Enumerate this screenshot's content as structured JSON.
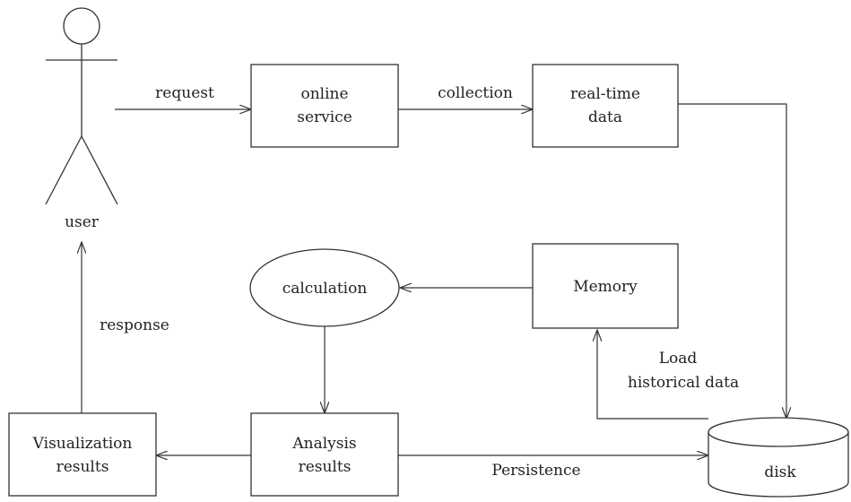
{
  "actor": {
    "label": "user"
  },
  "nodes": {
    "online_service": {
      "line1": "online",
      "line2": "service"
    },
    "realtime_data": {
      "line1": "real-time",
      "line2": "data"
    },
    "calculation": {
      "label": "calculation"
    },
    "memory": {
      "label": "Memory"
    },
    "visualization_results": {
      "line1": "Visualization",
      "line2": "results"
    },
    "analysis_results": {
      "line1": "Analysis",
      "line2": "results"
    },
    "disk": {
      "label": "disk"
    }
  },
  "edges": {
    "request": "request",
    "collection": "collection",
    "response": "response",
    "load_historical": {
      "line1": "Load",
      "line2": "historical data"
    },
    "persistence": "Persistence"
  },
  "colors": {
    "stroke": "#333333",
    "text": "#222222",
    "background": "#ffffff"
  }
}
